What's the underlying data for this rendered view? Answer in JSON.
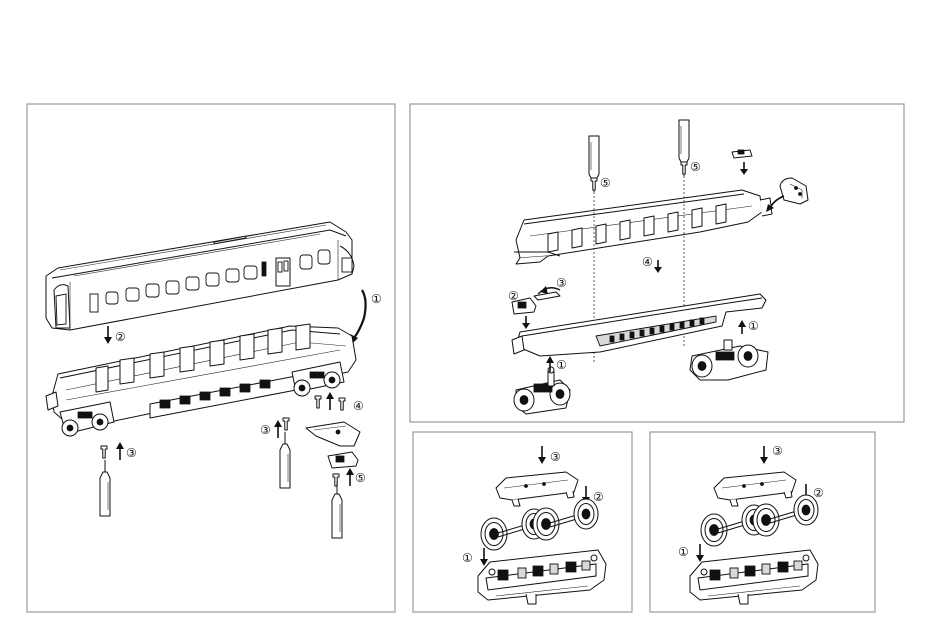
{
  "panels": {
    "car_body": {
      "labels": [
        "①",
        "②",
        "③",
        "③",
        "④",
        "⑤"
      ]
    },
    "chassis": {
      "labels": [
        "⑤",
        "⑤",
        "④",
        "③",
        "②",
        "①",
        "①"
      ]
    },
    "bogie_left": {
      "labels": [
        "③",
        "②",
        "①"
      ]
    },
    "bogie_right": {
      "labels": [
        "③",
        "②",
        "①"
      ]
    }
  }
}
